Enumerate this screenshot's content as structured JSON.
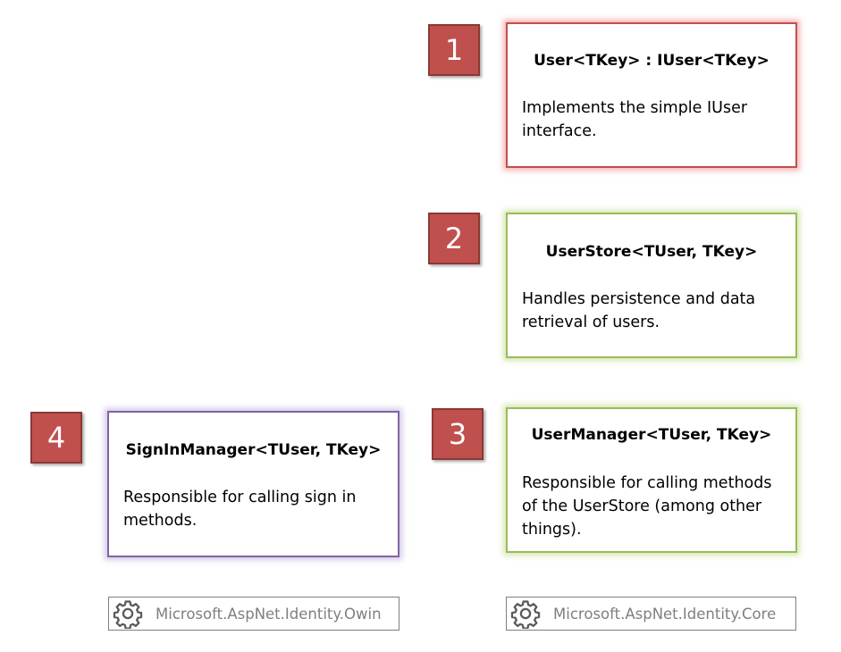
{
  "badges": [
    "1",
    "2",
    "3",
    "4"
  ],
  "cards": {
    "user": {
      "title": "User<TKey> :  IUser<TKey>",
      "line1": "Implements the simple IUser",
      "line2": "interface."
    },
    "user_store": {
      "title": "UserStore<TUser, TKey>",
      "line1": "Handles persistence and data",
      "line2": "retrieval of users."
    },
    "user_manager": {
      "title": "UserManager<TUser, TKey>",
      "line1": "Responsible for calling methods",
      "line2": "of the UserStore (among other",
      "line3": "things)."
    },
    "sign_in_manager": {
      "title": "SignInManager<TUser, TKey>",
      "line1": "Responsible for calling sign in",
      "line2": "methods."
    }
  },
  "assemblies": {
    "owin": "Microsoft.AspNet.Identity.Owin",
    "core": "Microsoft.AspNet.Identity.Core"
  },
  "icons": {
    "assembly": "gear-icon"
  },
  "colors": {
    "badge": "#c0504d",
    "card_red": "#c0504d",
    "card_green": "#9bbb59",
    "card_purple": "#8064a2",
    "assembly_text": "#7f7f7f"
  }
}
